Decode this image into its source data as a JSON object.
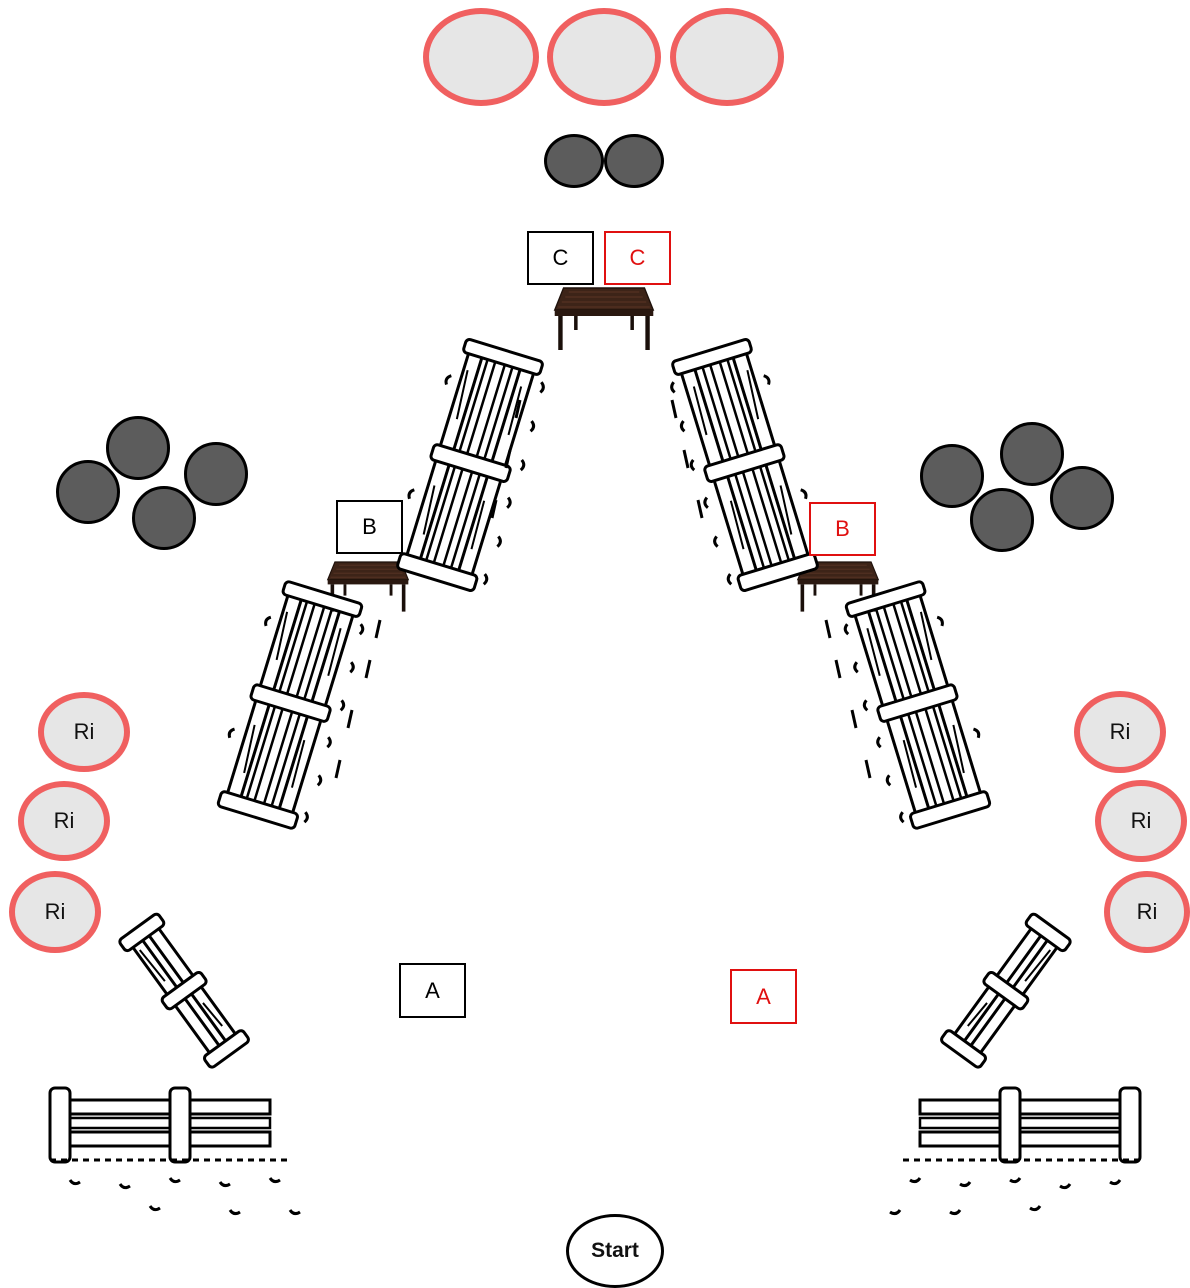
{
  "labels": {
    "start": "Start",
    "target": "Ri",
    "station_a": "A",
    "station_b": "B",
    "station_c": "C"
  },
  "colors": {
    "target_fill": "#e6e6e6",
    "target_ring": "#f06060",
    "ball_fill": "#5c5c5c",
    "team_left": "#000000",
    "team_right": "#e01010",
    "table_top": "#3d2418"
  },
  "icons": [
    "fence-icon",
    "table-icon",
    "ball-icon",
    "target-icon"
  ]
}
